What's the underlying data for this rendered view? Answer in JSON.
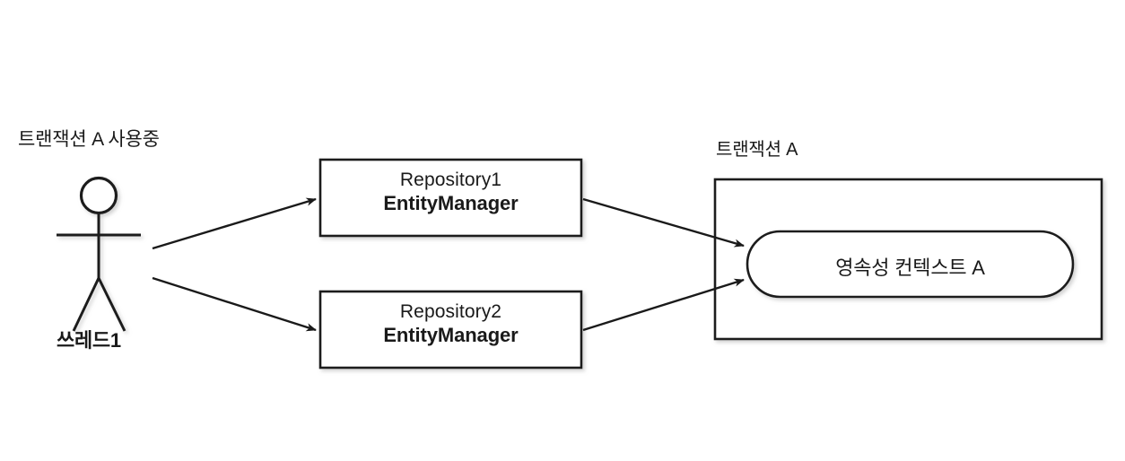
{
  "diagram": {
    "title_hidden": "",
    "background": "#ffffff",
    "stroke_color": "#1a1a1a",
    "actor": {
      "caption": "트랜잭션 A 사용중",
      "name": "쓰레드1"
    },
    "components": [
      {
        "id": "repository1",
        "line1": "Repository1",
        "line2": "EntityManager",
        "shape": "rectangle"
      },
      {
        "id": "repository2",
        "line1": "Repository2",
        "line2": "EntityManager",
        "shape": "rectangle"
      }
    ],
    "transaction": {
      "caption": "트랜잭션 A",
      "shape": "rectangle",
      "persistence_context": {
        "label": "영속성 컨텍스트 A",
        "shape": "rounded-rectangle"
      }
    },
    "edges": [
      {
        "from": "actor",
        "to": "repository1",
        "style": "solid-arrow"
      },
      {
        "from": "actor",
        "to": "repository2",
        "style": "solid-arrow"
      },
      {
        "from": "repository1",
        "to": "persistence-context",
        "style": "solid-arrow"
      },
      {
        "from": "repository2",
        "to": "persistence-context",
        "style": "solid-arrow"
      }
    ]
  }
}
